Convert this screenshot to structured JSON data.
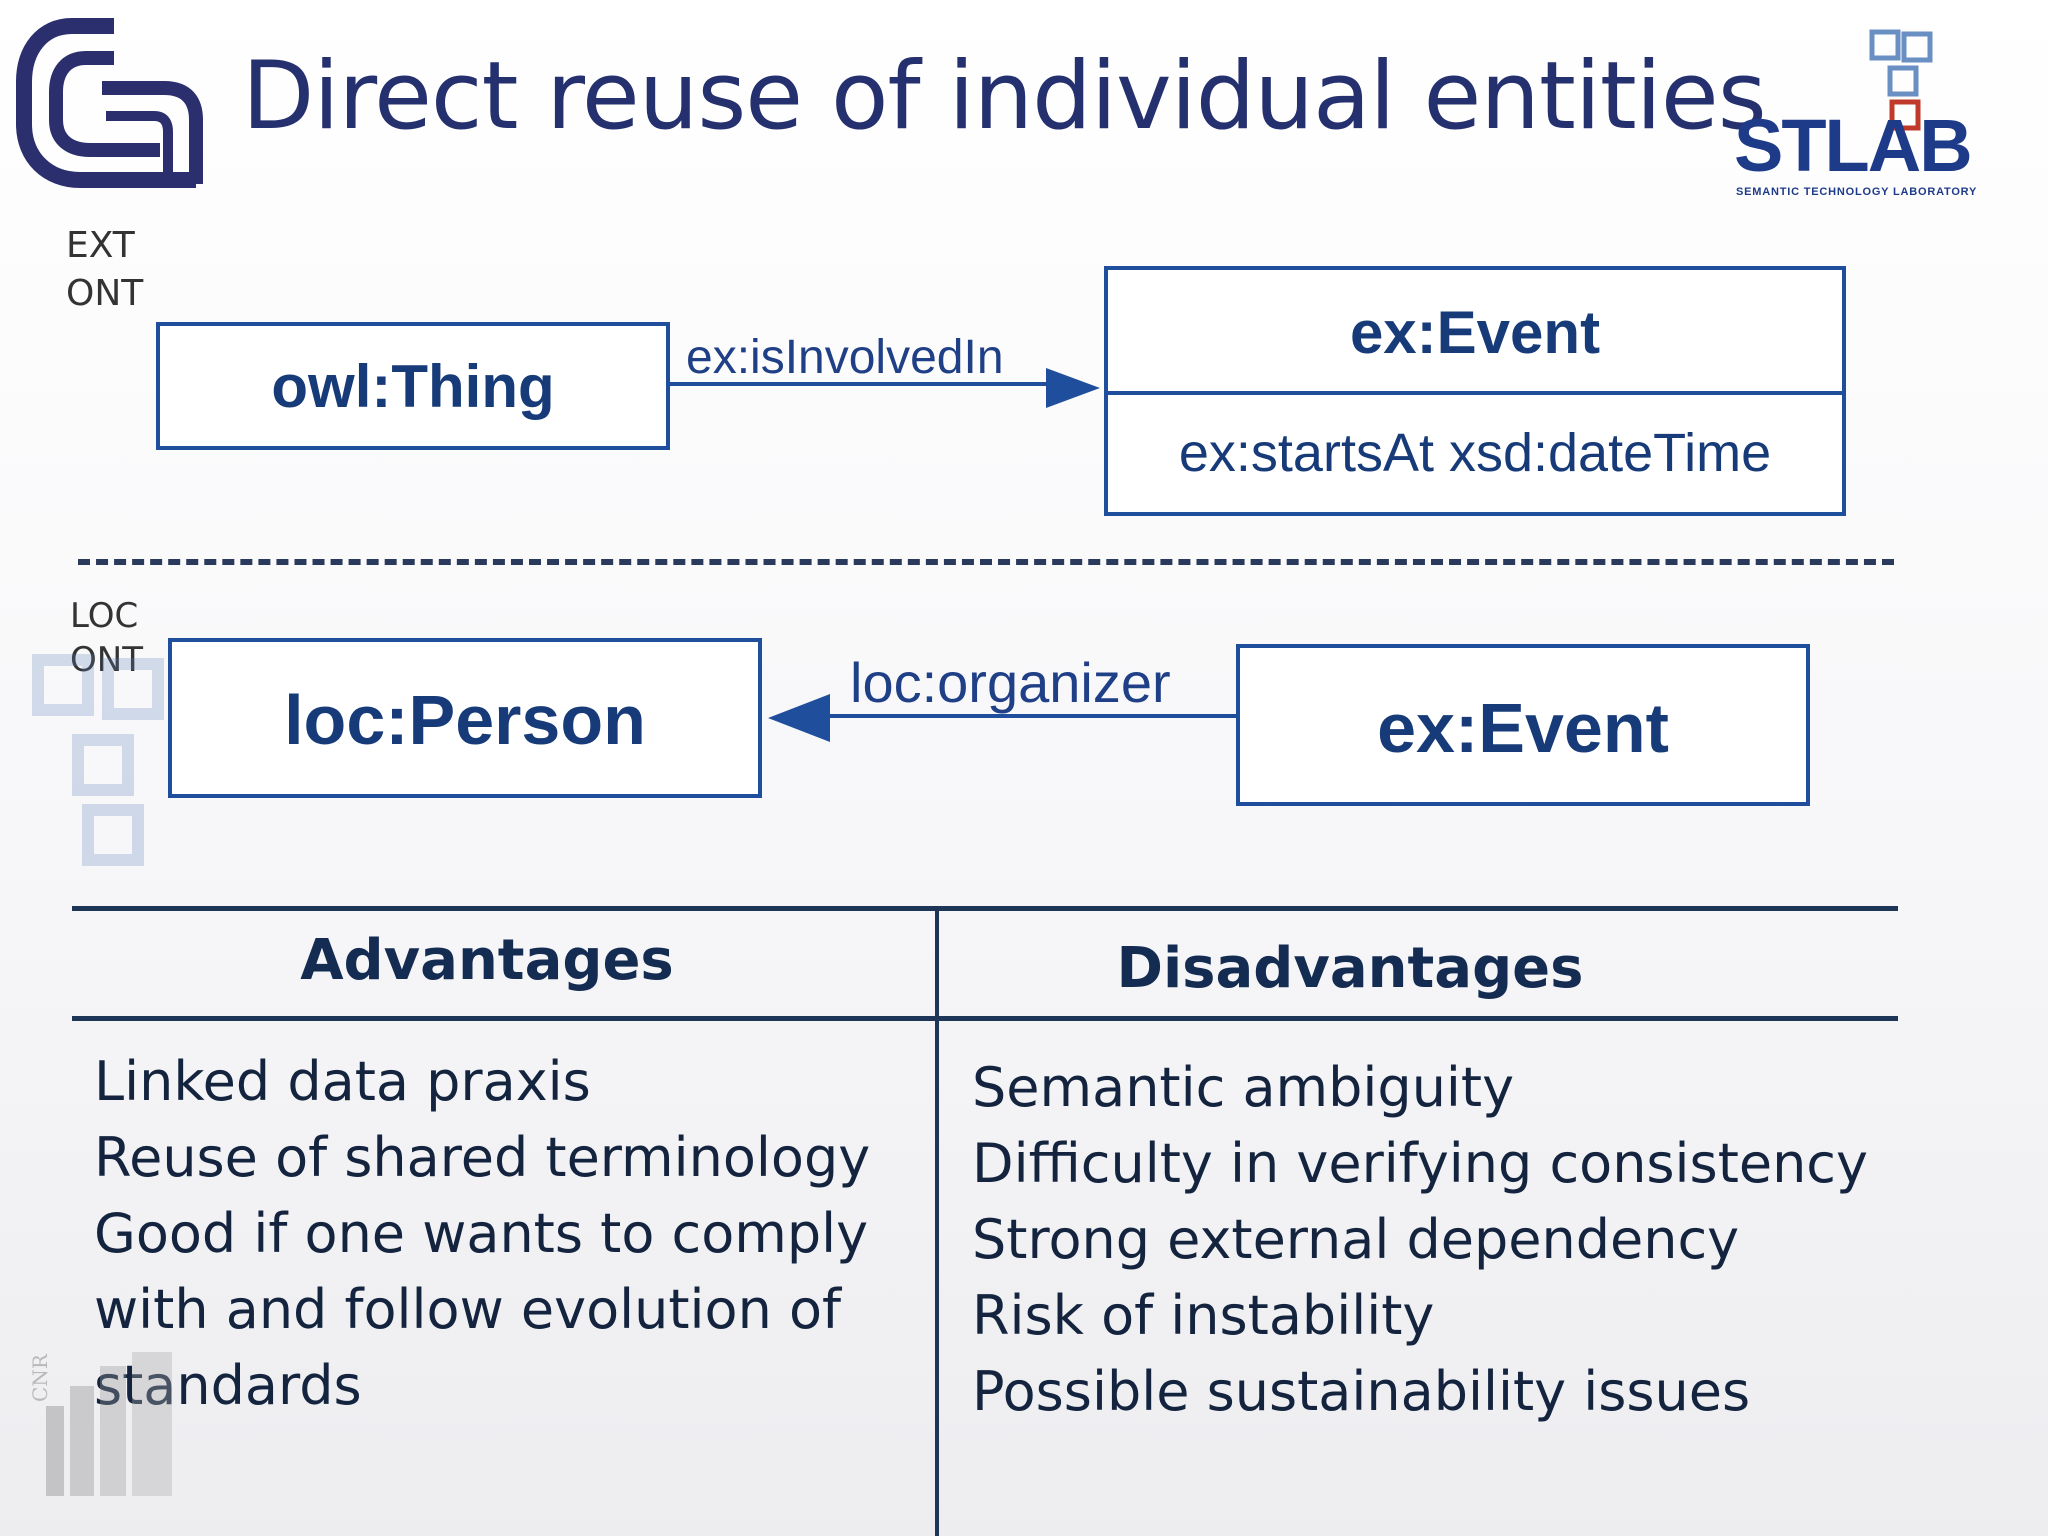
{
  "title": "Direct reuse of individual entities",
  "logos": {
    "cnr": "CNR",
    "stlab_name": "STLAB",
    "stlab_caption": "SEMANTIC TECHNOLOGY LABORATORY"
  },
  "ontology_labels": {
    "external": "EXT\nONT",
    "local": "LOC\nONT"
  },
  "external_diagram": {
    "source": "owl:Thing",
    "relation": "ex:isInvolvedIn",
    "target": "ex:Event",
    "target_attribute": "ex:startsAt xsd:dateTime"
  },
  "local_diagram": {
    "target": "loc:Person",
    "relation": "loc:organizer",
    "source": "ex:Event"
  },
  "table": {
    "advantages_header": "Advantages",
    "disadvantages_header": "Disadvantages",
    "advantages": [
      "Linked data praxis",
      "Reuse of shared terminology",
      "Good if one wants to comply",
      "with and follow evolution of",
      "standards"
    ],
    "disadvantages": [
      "Semantic ambiguity",
      "Difficulty in verifying consistency",
      "Strong external dependency",
      "Risk of instability",
      "Possible sustainability issues"
    ]
  },
  "colors": {
    "title": "#25306e",
    "diagram": "#1f4f9c",
    "table_rule": "#1d3557"
  }
}
